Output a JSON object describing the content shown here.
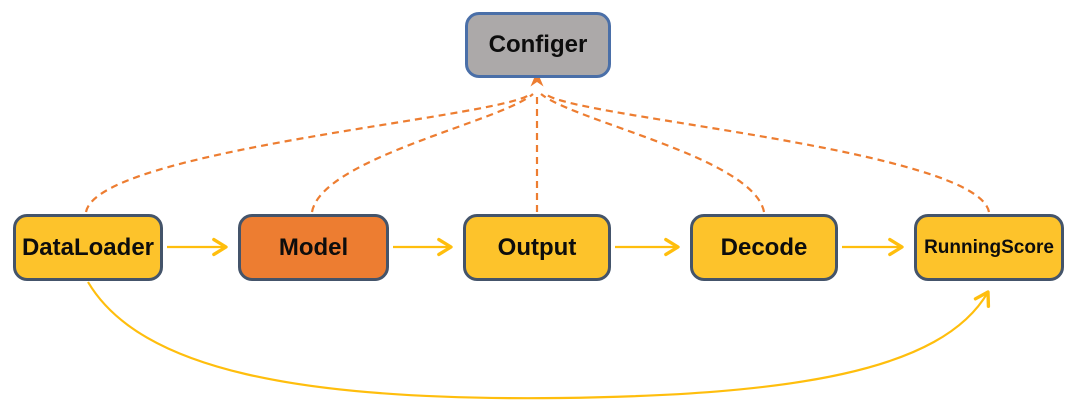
{
  "diagram": {
    "nodes": [
      {
        "id": "configer",
        "label": "Configer",
        "fill": "#ACA9A9",
        "border": "#4A6FA8"
      },
      {
        "id": "dataloader",
        "label": "DataLoader",
        "fill": "#FDC32B",
        "border": "#44546A"
      },
      {
        "id": "model",
        "label": "Model",
        "fill": "#ED7D31",
        "border": "#44546A"
      },
      {
        "id": "output",
        "label": "Output",
        "fill": "#FDC32B",
        "border": "#44546A"
      },
      {
        "id": "decode",
        "label": "Decode",
        "fill": "#FDC32B",
        "border": "#44546A"
      },
      {
        "id": "runningscore",
        "label": "RunningScore",
        "fill": "#FDC32B",
        "border": "#44546A"
      }
    ],
    "edges": {
      "flow": [
        {
          "from": "DataLoader",
          "to": "Model",
          "style": "solid-arrow"
        },
        {
          "from": "Model",
          "to": "Output",
          "style": "solid-arrow"
        },
        {
          "from": "Output",
          "to": "Decode",
          "style": "solid-arrow"
        },
        {
          "from": "Decode",
          "to": "RunningScore",
          "style": "solid-arrow"
        }
      ],
      "config_links": [
        {
          "from": "DataLoader",
          "to": "Configer",
          "style": "dashed-arrow"
        },
        {
          "from": "Model",
          "to": "Configer",
          "style": "dashed-arrow"
        },
        {
          "from": "Output",
          "to": "Configer",
          "style": "dashed-arrow"
        },
        {
          "from": "Decode",
          "to": "Configer",
          "style": "dashed-arrow"
        },
        {
          "from": "RunningScore",
          "to": "Configer",
          "style": "dashed-arrow"
        }
      ],
      "feedback": {
        "from": "DataLoader",
        "to": "RunningScore",
        "style": "solid-curved-arrow"
      }
    },
    "colors": {
      "flow_arrow": "#FFBE0D",
      "config_dashed": "#ED7D31",
      "text": "#000000",
      "background": "#FFFFFF"
    }
  }
}
